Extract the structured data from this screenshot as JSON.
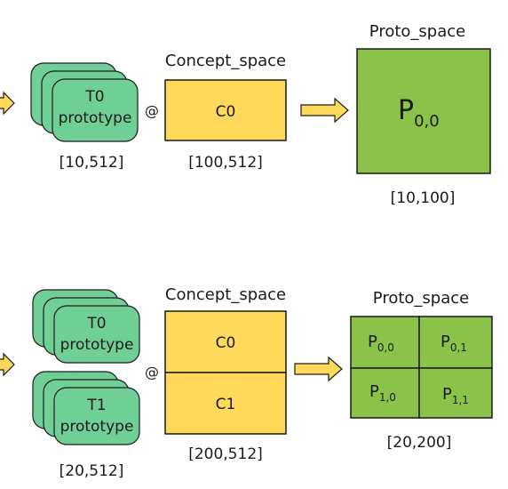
{
  "top": {
    "prototype_stack": {
      "label_line1": "T0",
      "label_line2": "prototype",
      "shape": "[10,512]"
    },
    "operator": "@",
    "concept_title": "Concept_space",
    "concept_block": "C0",
    "concept_shape": "[100,512]",
    "proto_title": "Proto_space",
    "proto_cell": {
      "base": "P",
      "sub": "0,0"
    },
    "proto_shape": "[10,100]"
  },
  "bottom": {
    "prototype_stacks": [
      {
        "label_line1": "T0",
        "label_line2": "prototype"
      },
      {
        "label_line1": "T1",
        "label_line2": "prototype"
      }
    ],
    "prototype_shape": "[20,512]",
    "operator": "@",
    "concept_title": "Concept_space",
    "concept_blocks": [
      "C0",
      "C1"
    ],
    "concept_shape": "[200,512]",
    "proto_title": "Proto_space",
    "proto_cells": [
      {
        "base": "P",
        "sub": "0,0"
      },
      {
        "base": "P",
        "sub": "0,1"
      },
      {
        "base": "P",
        "sub": "1,0"
      },
      {
        "base": "P",
        "sub": "1,1"
      }
    ],
    "proto_shape": "[20,200]"
  },
  "colors": {
    "prototype_fill": "#6fcf97",
    "concept_fill": "#ffd95a",
    "proto_fill": "#8bc34a",
    "arrow_fill": "#ffd95a",
    "stroke": "#1a1a1a"
  }
}
